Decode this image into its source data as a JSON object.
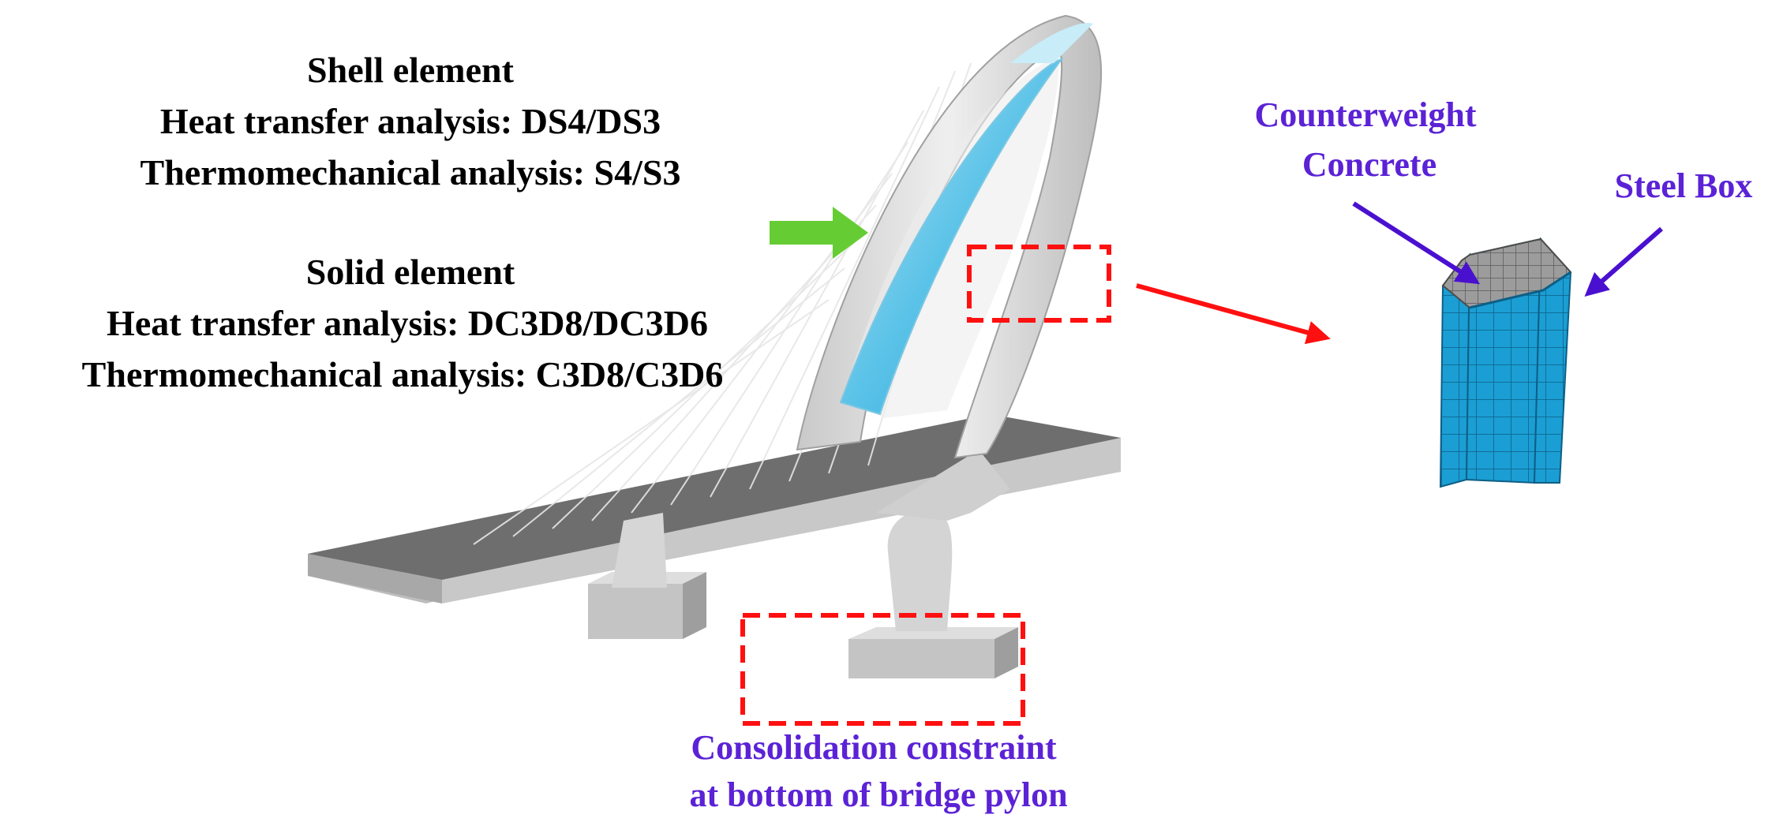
{
  "shell": {
    "title": "Shell element",
    "heat_transfer": "Heat transfer analysis:   DS4/DS3",
    "thermomechanical": "Thermomechanical  analysis:   S4/S3"
  },
  "solid": {
    "title": "Solid element",
    "heat_transfer": "Heat transfer analysis:   DC3D8/DC3D6",
    "thermomechanical": "Thermomechanical  analysis:   C3D8/C3D6"
  },
  "callouts": {
    "counterweight_line1": "Counterweight",
    "counterweight_line2": "Concrete",
    "steel_box": "Steel Box",
    "constraint_line1": "Consolidation constraint",
    "constraint_line2": "at bottom of bridge pylon"
  },
  "colors": {
    "label_text": "#000000",
    "callout_text": "#5b22d6",
    "callout_arrow": "#4a10d0",
    "pointer_arrow": "#ff1010",
    "highlight_box": "#ff1010",
    "load_arrow": "#66cc33",
    "deck": "#6e6e6e",
    "pylon": "#d9d9d9",
    "steel_box_mesh": "#1a9fd6",
    "concrete_mesh": "#9a9a9a"
  }
}
